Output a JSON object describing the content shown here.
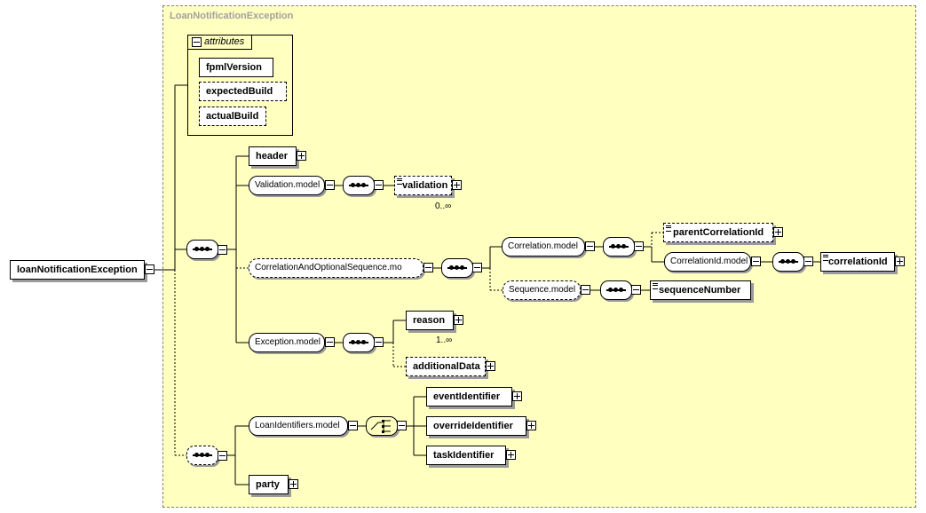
{
  "container": {
    "title": "LoanNotificationException"
  },
  "attributes": {
    "label": "attributes",
    "items": [
      "fpmlVersion",
      "expectedBuild",
      "actualBuild"
    ]
  },
  "root": {
    "label": "loanNotificationException"
  },
  "elements": {
    "header": "header",
    "validation": "validation",
    "parentCorrelationId": "parentCorrelationId",
    "correlationId": "correlationId",
    "sequenceNumber": "sequenceNumber",
    "reason": "reason",
    "additionalData": "additionalData",
    "eventIdentifier": "eventIdentifier",
    "overrideIdentifier": "overrideIdentifier",
    "taskIdentifier": "taskIdentifier",
    "party": "party"
  },
  "models": {
    "validation": "Validation.model",
    "correlationAndOptionalSequence": "CorrelationAndOptionalSequence.mo",
    "correlation": "Correlation.model",
    "correlationId": "CorrelationId.model",
    "sequence": "Sequence.model",
    "exception": "Exception.model",
    "loanIdentifiers": "LoanIdentifiers.model"
  },
  "occurrences": {
    "validation": "0..∞",
    "reason": "1..∞"
  }
}
